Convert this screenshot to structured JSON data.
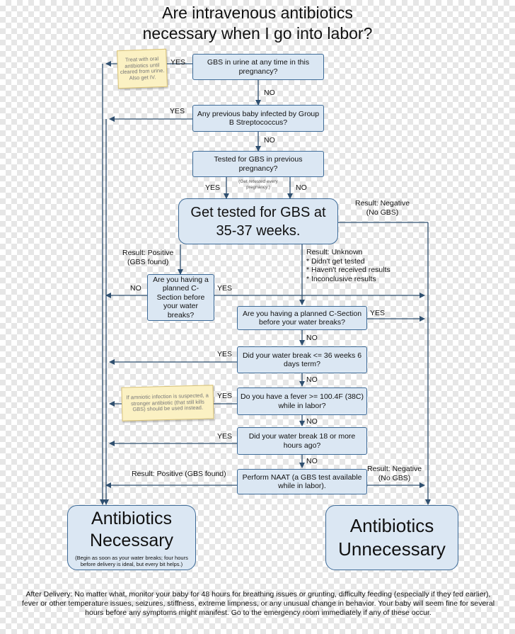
{
  "title": {
    "line1": "Are intravenous antibiotics",
    "line2": "necessary when I go into labor?"
  },
  "boxes": {
    "gbs_urine": "GBS in urine at any time in this pregnancy?",
    "previous_baby": "Any previous baby infected by Group B Streptococcus?",
    "tested_previous": "Tested for GBS in previous pregnancy?",
    "get_tested": "Get tested for GBS at 35-37 weeks.",
    "planned_csection_left": "Are you having a planned C-Section before your water breaks?",
    "planned_csection_mid": "Are you having a planned C-Section before your water breaks?",
    "water_break_term": "Did your water break <= 36 weeks 6 days term?",
    "fever": "Do you have a fever >= 100.4F (38C) while in labor?",
    "water_break_18": "Did your water break 18 or more hours ago?",
    "naat": "Perform NAAT (a GBS test available while in labor)."
  },
  "stickies": {
    "oral_antibiotics": "Treat with oral antibiotics until cleared from urine. Also get IV.",
    "amniotic_infection": "If amniotic infection is suspected, a stronger antibiotic (that still kills GBS) should be used instead."
  },
  "small_note": "(Get retested every pregnancy.)",
  "labels": {
    "yes": "YES",
    "no": "NO",
    "result_negative": "Result: Negative",
    "no_gbs": "(No GBS)",
    "result_positive": "Result: Positive",
    "gbs_found": "(GBS found)",
    "result_unknown": "Result: Unknown",
    "unknown_1": "* Didn't get tested",
    "unknown_2": "* Haven't received results",
    "unknown_3": "* Inconclusive results",
    "result_positive_full": "Result: Positive (GBS found)"
  },
  "outcomes": {
    "necessary": "Antibiotics Necessary",
    "necessary_note": "(Begin as soon as your water breaks; four hours before delivery is ideal, but every bit helps.)",
    "unnecessary": "Antibiotics Unnecessary"
  },
  "footer": "After Delivery: No matter what, monitor your baby for 48 hours for breathing issues or grunting, difficulty feeding (especially if they fed earlier), fever or other temperature issues, seizures, stiffness, extreme limpness, or any unusual change in behavior. Your baby will seem fine for several hours before any symptoms might manifest. Go to the emergency room immediately if any of these occur.",
  "colors": {
    "box_fill": "#dbe7f3",
    "box_border": "#3d6a97",
    "line": "#2f4f6f",
    "sticky_fill": "#fbf1c3"
  }
}
